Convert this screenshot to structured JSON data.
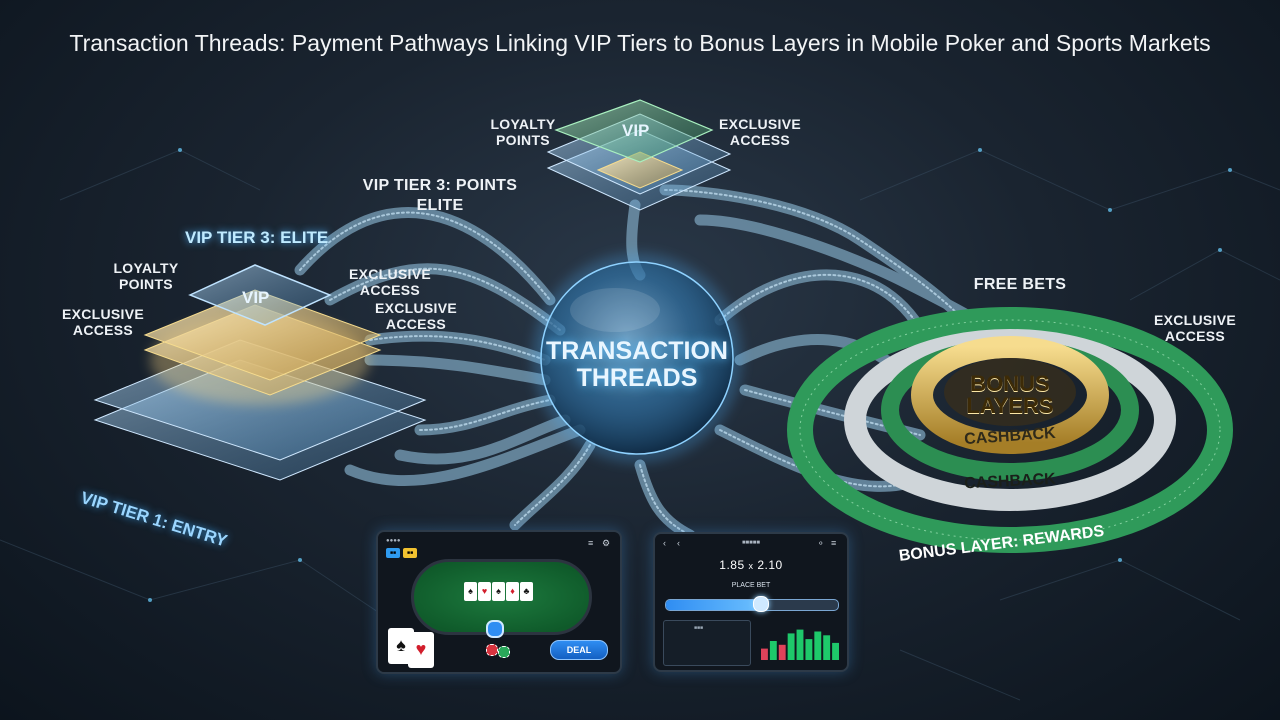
{
  "title": "Transaction Threads: Payment Pathways Linking VIP Tiers to Bonus Layers in Mobile Poker and Sports Markets",
  "hub": {
    "label": "TRANSACTION THREADS"
  },
  "top_stack": {
    "vip": "VIP",
    "left_label": "LOYALTY POINTS",
    "right_label": "EXCLUSIVE ACCESS",
    "tier_label": "VIP TIER 3: POINTS ELITE"
  },
  "left_stack": {
    "vip": "VIP",
    "tier_elite": "VIP TIER 3: ELITE",
    "loyalty": "LOYALTY POINTS",
    "exclusive_left": "EXCLUSIVE ACCESS",
    "exclusive_right_1": "EXCLUSIVE ACCESS",
    "exclusive_right_2": "EXCLUSIVE ACCESS",
    "tier_entry": "VIP TIER 1: ENTRY"
  },
  "bonus_rings": {
    "center": "BONUS LAYERS",
    "ring1": "CASHBACK",
    "ring2": "CASHBACK",
    "free_bets": "FREE BETS",
    "exclusive": "EXCLUSIVE ACCESS",
    "footer": "BONUS LAYER: REWARDS"
  },
  "poker_phone": {
    "deal": "DEAL",
    "colors": {
      "felt": "#0f5a2a",
      "button": "#1e7ae0"
    }
  },
  "sports_phone": {
    "odds_left": "1.85",
    "odds_right": "2.10",
    "separator": "x",
    "place_bet": "PLACE BET",
    "slider_level": 0.55,
    "bars": [
      {
        "value": 0.3,
        "color": "#e0425a"
      },
      {
        "value": 0.5,
        "color": "#1ec86a"
      },
      {
        "value": 0.4,
        "color": "#e0425a"
      },
      {
        "value": 0.7,
        "color": "#1ec86a"
      },
      {
        "value": 0.8,
        "color": "#1ec86a"
      },
      {
        "value": 0.55,
        "color": "#1ec86a"
      },
      {
        "value": 0.75,
        "color": "#1ec86a"
      },
      {
        "value": 0.65,
        "color": "#1ec86a"
      },
      {
        "value": 0.45,
        "color": "#1ec86a"
      }
    ]
  },
  "colors": {
    "background": "#1a2430",
    "thread": "#7fa9c4",
    "gold": "#d6b25a",
    "green": "#2d9a58",
    "glow": "#4fb3ff"
  }
}
